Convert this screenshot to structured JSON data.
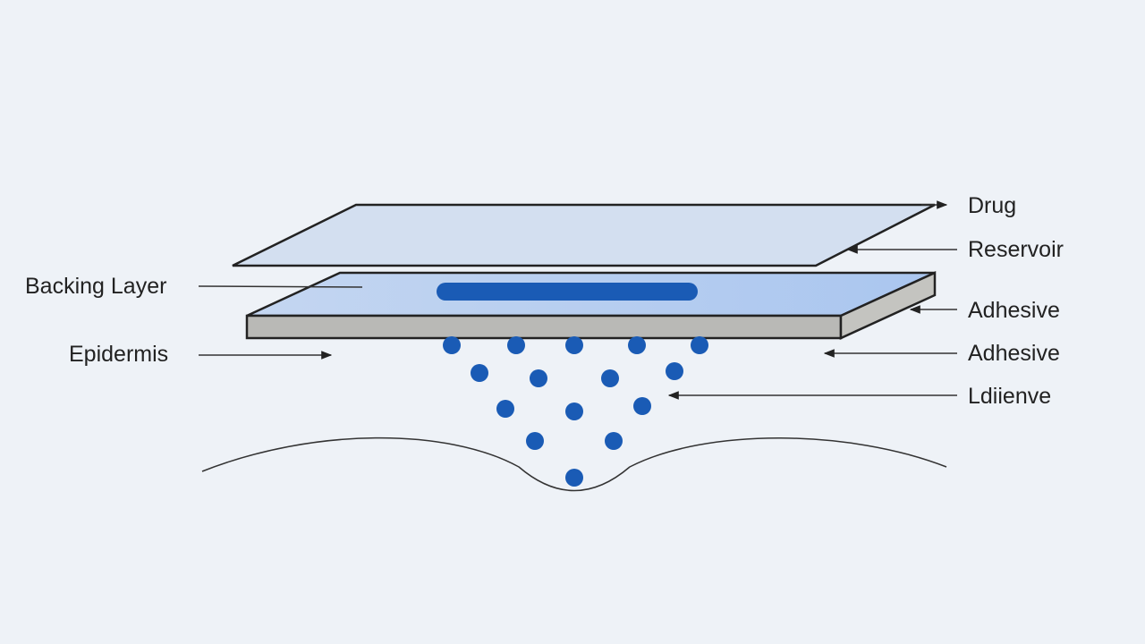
{
  "labels": {
    "drug": "Drug",
    "reservoir": "Reservoir",
    "adhesive_1": "Adhesive",
    "adhesive_2": "Adhesive",
    "ldiienve": "Ldiienve",
    "backing_layer": "Backing Layer",
    "epidermis": "Epidermis"
  },
  "colors": {
    "background": "#eef2f7",
    "top_plate": "#d3dff0",
    "slab_top": "#b9d0f0",
    "slab_side": "#b9b9b6",
    "drug": "#1a5bb5",
    "outline": "#222222"
  }
}
